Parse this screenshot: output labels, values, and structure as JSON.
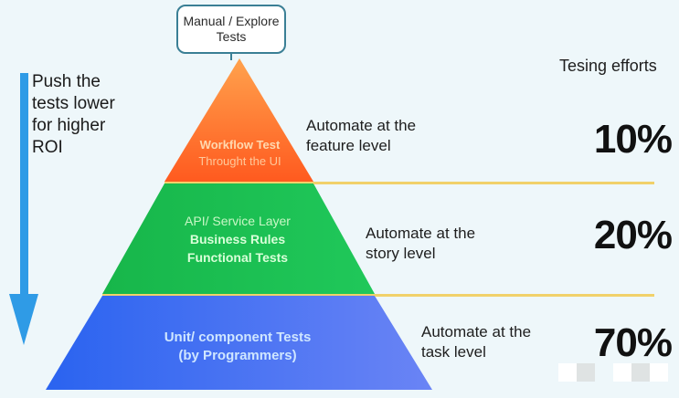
{
  "top_box": {
    "line1": "Manual / Explore",
    "line2": "Tests"
  },
  "push_note": "Push the\ntests lower\nfor higher\nROI",
  "colors": {
    "background": "#eef7fa",
    "orange_top": "#ffa24d",
    "orange_bottom": "#ff5a1f",
    "green": "#1fc24a",
    "blue_left": "#2a63f0",
    "blue_right": "#6a84f5",
    "divider": "#f1d16a",
    "arrow": "#2f9be6"
  },
  "layers": [
    {
      "name": "workflow",
      "lines": [
        "Workflow Test",
        "Throught the UI"
      ],
      "automate": "Automate at the\nfeature level",
      "effort": "10%"
    },
    {
      "name": "api",
      "lines": [
        "API/ Service Layer",
        "Business Rules",
        "Functional Tests"
      ],
      "automate": "Automate at the\nstory level",
      "effort": "20%"
    },
    {
      "name": "unit",
      "lines": [
        "Unit/ component Tests",
        "(by Programmers)"
      ],
      "automate": "Automate at the\ntask level",
      "effort": "70%"
    }
  ],
  "efforts_title": "Tesing efforts"
}
